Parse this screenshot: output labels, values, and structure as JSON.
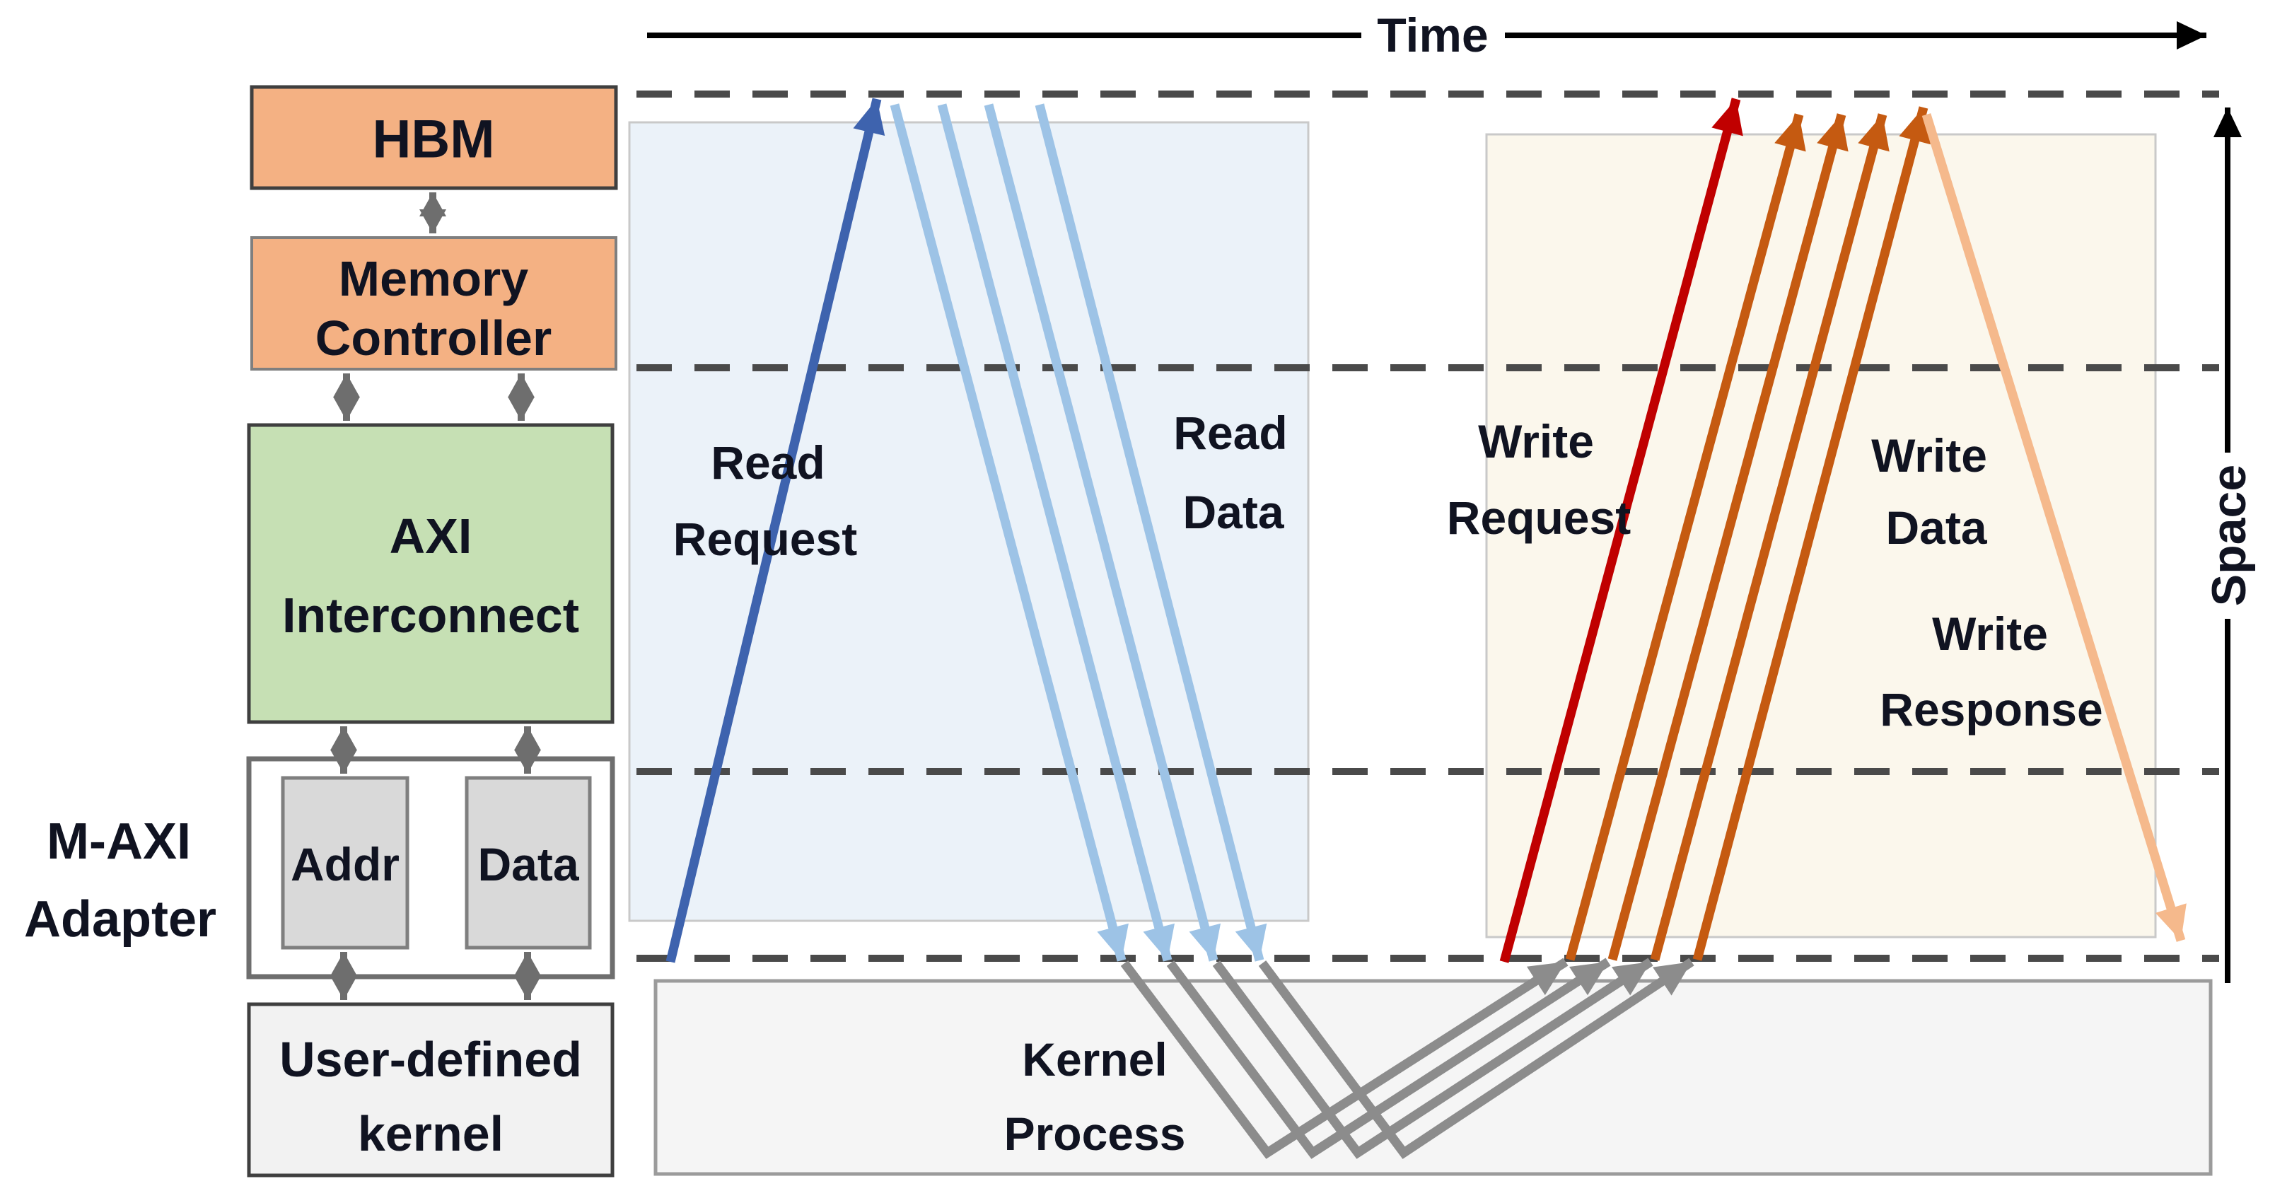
{
  "title": "HBM read/write transaction space-time diagram with M-AXI adapter stack",
  "axes": {
    "time_label": "Time",
    "space_label": "Space"
  },
  "memory_stack": {
    "hbm": {
      "label": "HBM"
    },
    "memory_controller": {
      "line1": "Memory",
      "line2": "Controller"
    },
    "axi_interconnect": {
      "line1": "AXI",
      "line2": "Interconnect"
    },
    "m_axi_adapter": {
      "line1": "M-AXI",
      "line2": "Adapter"
    },
    "addr": {
      "label": "Addr"
    },
    "data": {
      "label": "Data"
    },
    "user_kernel": {
      "line1": "User-defined",
      "line2": "kernel"
    }
  },
  "flows": {
    "read_request": {
      "line1": "Read",
      "line2": "Request",
      "count": 1
    },
    "read_data": {
      "line1": "Read",
      "line2": "Data",
      "count": 4
    },
    "write_request": {
      "line1": "Write",
      "line2": "Request",
      "count": 1
    },
    "write_data": {
      "line1": "Write",
      "line2": "Data",
      "count": 4
    },
    "write_response": {
      "line1": "Write",
      "line2": "Response",
      "count": 1
    },
    "kernel_process": {
      "line1": "Kernel",
      "line2": "Process",
      "count": 4
    }
  },
  "space_levels": {
    "dashed_line_count": 4
  },
  "colors": {
    "text-dark": "#101321",
    "axis-black": "#000000",
    "dashed-gray": "#4A4A4A",
    "connector-gray": "#6E6E6E",
    "block-orange": "#F4B183",
    "block-green": "#C6E0B4",
    "block-light-gray": "#D9D9D9",
    "kernel-block-bg": "#F2F2F2",
    "adapter-bg": "#FFFFFF",
    "read-region-bg": "#EBF2F9",
    "write-region-bg": "#FBF7EC",
    "kernel-region-bg": "#F5F5F5",
    "region-border": "#C9C9C9",
    "kernel-region-border": "#9B9B9B",
    "block-border-dark": "#3F3F3F",
    "block-border-gray": "#7F7F7F",
    "read-request": "#3E63AE",
    "read-data": "#9DC3E6",
    "write-request": "#C00000",
    "write-data": "#C55A11",
    "write-response": "#F5B98C",
    "kernel-arrow": "#8C8C8C"
  }
}
